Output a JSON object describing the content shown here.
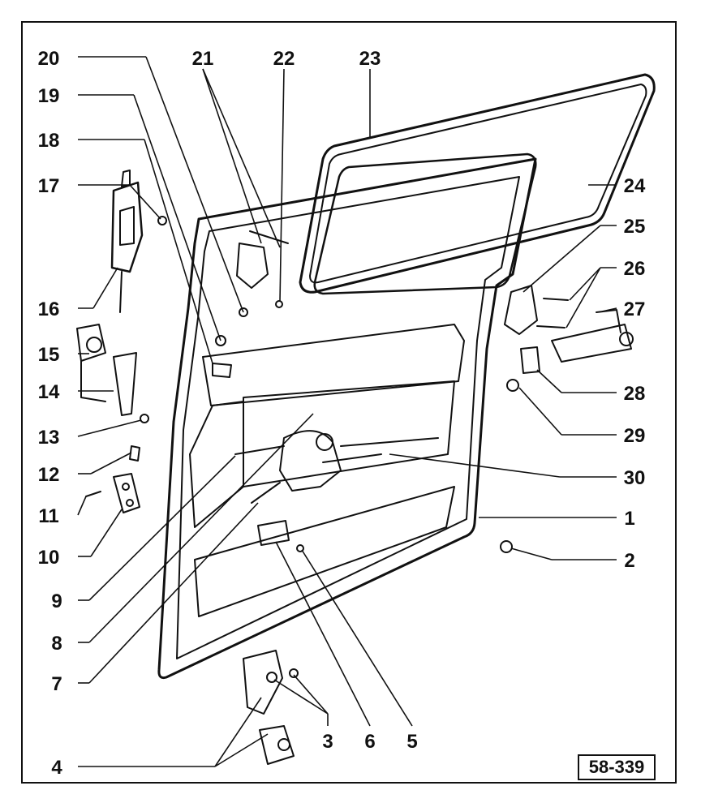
{
  "diagram": {
    "reference_code": "58-339",
    "colors": {
      "ink": "#111111",
      "paper": "#ffffff"
    },
    "callouts": [
      {
        "id": "1",
        "label": "1"
      },
      {
        "id": "2",
        "label": "2"
      },
      {
        "id": "3",
        "label": "3"
      },
      {
        "id": "4",
        "label": "4"
      },
      {
        "id": "5",
        "label": "5"
      },
      {
        "id": "6",
        "label": "6"
      },
      {
        "id": "7",
        "label": "7"
      },
      {
        "id": "8",
        "label": "8"
      },
      {
        "id": "9",
        "label": "9"
      },
      {
        "id": "10",
        "label": "10"
      },
      {
        "id": "11",
        "label": "11"
      },
      {
        "id": "12",
        "label": "12"
      },
      {
        "id": "13",
        "label": "13"
      },
      {
        "id": "14",
        "label": "14"
      },
      {
        "id": "15",
        "label": "15"
      },
      {
        "id": "16",
        "label": "16"
      },
      {
        "id": "17",
        "label": "17"
      },
      {
        "id": "18",
        "label": "18"
      },
      {
        "id": "19",
        "label": "19"
      },
      {
        "id": "20",
        "label": "20"
      },
      {
        "id": "21",
        "label": "21"
      },
      {
        "id": "22",
        "label": "22"
      },
      {
        "id": "23",
        "label": "23"
      },
      {
        "id": "24",
        "label": "24"
      },
      {
        "id": "25",
        "label": "25"
      },
      {
        "id": "26",
        "label": "26"
      },
      {
        "id": "27",
        "label": "27"
      },
      {
        "id": "28",
        "label": "28"
      },
      {
        "id": "29",
        "label": "29"
      },
      {
        "id": "30",
        "label": "30"
      }
    ]
  }
}
